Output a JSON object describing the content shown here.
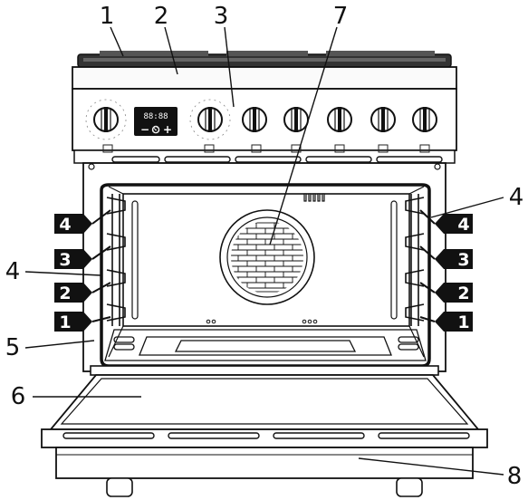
{
  "callouts": [
    "1",
    "2",
    "3",
    "7",
    "4",
    "4",
    "5",
    "6",
    "8"
  ],
  "shelf_positions": [
    "4",
    "3",
    "2",
    "1"
  ],
  "control_panel": {
    "display_readout": "88:88",
    "minus_label": "−",
    "clock_label": "⏲",
    "plus_label": "+"
  }
}
